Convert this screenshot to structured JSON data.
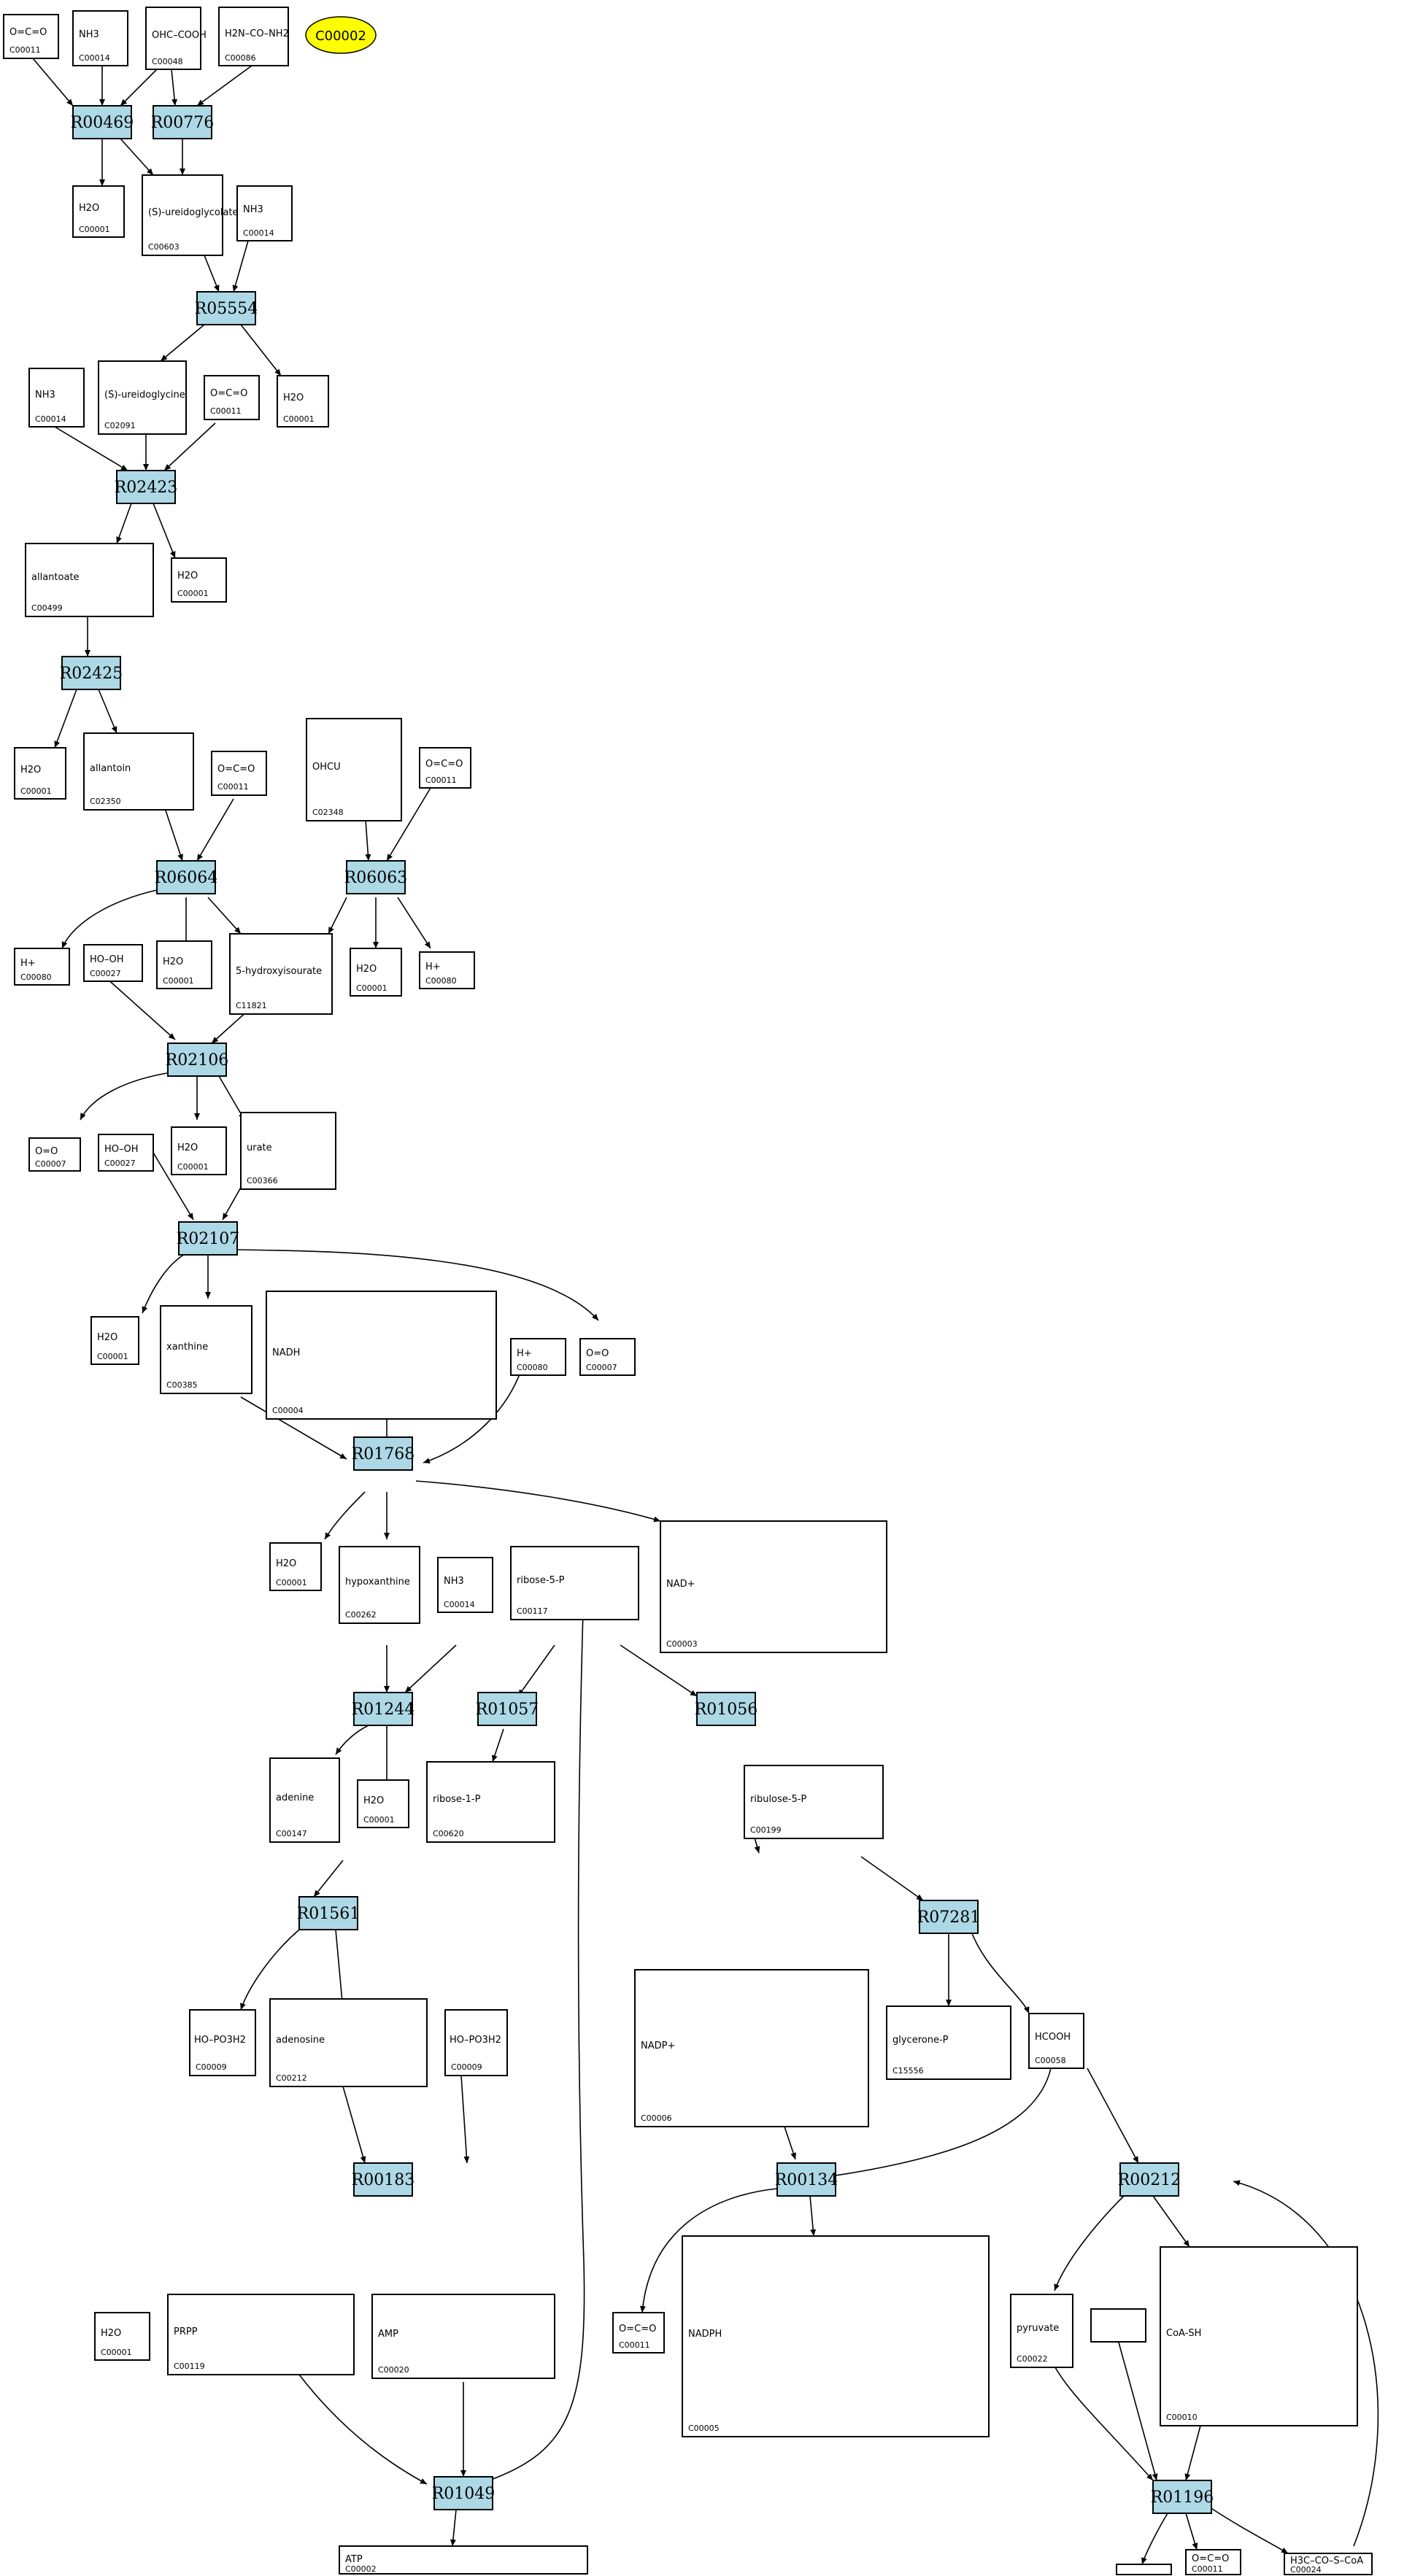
{
  "highlight": {
    "label": "C00002",
    "color": "#ffff00"
  },
  "colors": {
    "reaction_fill": "#add8e6",
    "compound_fill": "#ffffff",
    "stroke": "#000000"
  },
  "reactions": {
    "R00469": "R00469",
    "R00776": "R00776",
    "R05554": "R05554",
    "R02423": "R02423",
    "R02425": "R02425",
    "R06064": "R06064",
    "R06063": "R06063",
    "R02106": "R02106",
    "R02107": "R02107",
    "R01768": "R01768",
    "R01244": "R01244",
    "R01057": "R01057",
    "R01056": "R01056",
    "R07281": "R07281",
    "R01561": "R01561",
    "R00183": "R00183",
    "R00134": "R00134",
    "R00212": "R00212",
    "R01049": "R01049",
    "R01196": "R01196"
  },
  "compounds": {
    "n1": {
      "id": "C00011",
      "formula": "O=C=O"
    },
    "n2": {
      "id": "C00014",
      "formula": "NH3"
    },
    "n3": {
      "id": "C00048",
      "formula": "OHC–COOH"
    },
    "n4": {
      "id": "C00086",
      "formula": "H2N–CO–NH2"
    },
    "n5": {
      "id": "C00001",
      "formula": "H2O"
    },
    "n6": {
      "id": "C00603",
      "formula": "(S)-ureidoglycolate"
    },
    "n7": {
      "id": "C00014",
      "formula": "NH3"
    },
    "n8": {
      "id": "C00014",
      "formula": "NH3"
    },
    "n9": {
      "id": "C02091",
      "formula": "(S)-ureidoglycine"
    },
    "n10": {
      "id": "C00011",
      "formula": "O=C=O"
    },
    "n11": {
      "id": "C00001",
      "formula": "H2O"
    },
    "n12": {
      "id": "C00499",
      "formula": "allantoate"
    },
    "n13": {
      "id": "C00001",
      "formula": "H2O"
    },
    "n14": {
      "id": "C00001",
      "formula": "H2O"
    },
    "n15": {
      "id": "C02350",
      "formula": "allantoin"
    },
    "n16": {
      "id": "C00011",
      "formula": "O=C=O"
    },
    "n17": {
      "id": "C02348",
      "formula": "OHCU"
    },
    "n18": {
      "id": "C00011",
      "formula": "O=C=O"
    },
    "n19": {
      "id": "C00080",
      "formula": "H+"
    },
    "n20": {
      "id": "C00027",
      "formula": "HO–OH"
    },
    "n21": {
      "id": "C00001",
      "formula": "H2O"
    },
    "n22": {
      "id": "C11821",
      "formula": "5-hydroxyisourate"
    },
    "n23": {
      "id": "C00001",
      "formula": "H2O"
    },
    "n24": {
      "id": "C00080",
      "formula": "H+"
    },
    "n25": {
      "id": "C00007",
      "formula": "O=O"
    },
    "n26": {
      "id": "C00027",
      "formula": "HO–OH"
    },
    "n27": {
      "id": "C00001",
      "formula": "H2O"
    },
    "n28": {
      "id": "C00366",
      "formula": "urate"
    },
    "n29": {
      "id": "C00001",
      "formula": "H2O"
    },
    "n30": {
      "id": "C00385",
      "formula": "xanthine"
    },
    "n31": {
      "id": "C00004",
      "formula": "NADH"
    },
    "n32": {
      "id": "C00080",
      "formula": "H+"
    },
    "n33": {
      "id": "C00007",
      "formula": "O=O"
    },
    "n34": {
      "id": "C00001",
      "formula": "H2O"
    },
    "n35": {
      "id": "C00262",
      "formula": "hypoxanthine"
    },
    "n36": {
      "id": "C00014",
      "formula": "NH3"
    },
    "n37": {
      "id": "C00117",
      "formula": "ribose-5-P"
    },
    "n38": {
      "id": "C00003",
      "formula": "NAD+"
    },
    "n39": {
      "id": "C00147",
      "formula": "adenine"
    },
    "n40": {
      "id": "C00001",
      "formula": "H2O"
    },
    "n41": {
      "id": "C00620",
      "formula": "ribose-1-P"
    },
    "n42": {
      "id": "C00199",
      "formula": "ribulose-5-P"
    },
    "n43": {
      "id": "C00009",
      "formula": "HO–PO3H2"
    },
    "n44": {
      "id": "C00212",
      "formula": "adenosine"
    },
    "n45": {
      "id": "C00009",
      "formula": "HO–PO3H2"
    },
    "n46": {
      "id": "C00006",
      "formula": "NADP+"
    },
    "n47": {
      "id": "C15556",
      "formula": "glycerone-P"
    },
    "n48": {
      "id": "C00058",
      "formula": "HCOOH"
    },
    "n49": {
      "id": "C00001",
      "formula": "H2O"
    },
    "n50": {
      "id": "C00119",
      "formula": "PRPP"
    },
    "n51": {
      "id": "C00020",
      "formula": "AMP"
    },
    "n52": {
      "id": "C00011",
      "formula": "O=C=O"
    },
    "n53": {
      "id": "C00005",
      "formula": "NADPH"
    },
    "n54": {
      "id": "C00022",
      "formula": "pyruvate"
    },
    "n55": {
      "id": "",
      "formula": ""
    },
    "n56": {
      "id": "C00010",
      "formula": "CoA-SH"
    },
    "n57": {
      "id": "C00002",
      "formula": "ATP"
    },
    "n58": {
      "id": "",
      "formula": ""
    },
    "n59": {
      "id": "C00011",
      "formula": "O=C=O"
    },
    "n60": {
      "id": "C00024",
      "formula": "H3C–CO–S–CoA"
    }
  }
}
